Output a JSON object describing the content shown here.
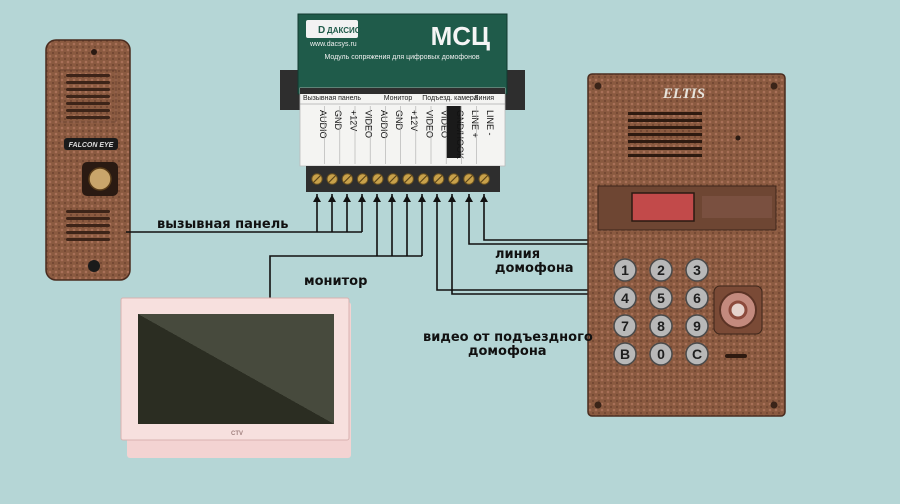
{
  "module": {
    "brand": "ДАКСИС",
    "website": "www.dacsys.ru",
    "model": "МСЦ",
    "subtitle": "Модуль сопряжения для цифровых домофонов",
    "groups": [
      "Вызывная панель",
      "Монитор",
      "Подъезд. камера",
      "Линия"
    ],
    "pins": [
      "AUDIO",
      "GND",
      "+12V",
      "VIDEO",
      "AUDIO",
      "GND",
      "+12V",
      "VIDEO",
      "VIDEO",
      "GND/HOOK",
      "LINE +",
      "LINE -"
    ]
  },
  "call_panel": {
    "brand": "FALCON EYE"
  },
  "entrance_panel": {
    "brand": "ELTIS",
    "keys": [
      "1",
      "2",
      "3",
      "4",
      "5",
      "6",
      "7",
      "8",
      "9",
      "B",
      "0",
      "C"
    ]
  },
  "monitor": {
    "brand": "CTV"
  },
  "labels": {
    "call_panel": "вызывная панель",
    "monitor": "монитор",
    "line_1": "линия",
    "line_2": "домофона",
    "video_1": "видео от подъездного",
    "video_2": "домофона"
  }
}
